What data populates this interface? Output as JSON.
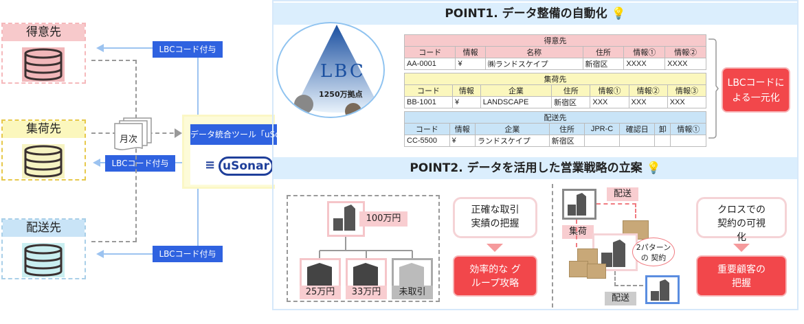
{
  "sources": [
    {
      "label": "得意先",
      "color": "#f7c9cb",
      "border": "#f5b8bb"
    },
    {
      "label": "集荷先",
      "color": "#fbf7bd",
      "border": "#e6c84a"
    },
    {
      "label": "配送先",
      "color": "#c9eef0",
      "border": "#a9cfe8"
    }
  ],
  "lbc_label": "LBCコード付与",
  "monthly_label": "月次",
  "tool": {
    "title": "データ統合ツール「uSonar」",
    "logo": "uSonar"
  },
  "point1": {
    "title": "POINT1. データ整備の自動化",
    "cone": {
      "brand": "LBC",
      "count": "1250万拠点"
    },
    "tables": [
      {
        "title": "得意先",
        "headers": [
          "コード",
          "情報",
          "名称",
          "住所",
          "情報①",
          "情報②"
        ],
        "row": [
          "AA-0001",
          "¥",
          "㈱ランドスケイプ",
          "新宿区",
          "XXXX",
          "XXXX"
        ]
      },
      {
        "title": "集荷先",
        "headers": [
          "コード",
          "情報",
          "企業",
          "住所",
          "情報①",
          "情報②",
          "情報③"
        ],
        "row": [
          "BB-1001",
          "¥",
          "LANDSCAPE",
          "新宿区",
          "XXX",
          "XXX",
          "XXX"
        ]
      },
      {
        "title": "配送先",
        "headers": [
          "コード",
          "情報",
          "企業",
          "住所",
          "JPR-C",
          "確認日",
          "卸",
          "情報①"
        ],
        "row": [
          "CC-5500",
          "¥",
          "ランドスケイプ",
          "新宿区",
          "",
          "",
          "",
          ""
        ]
      }
    ],
    "result": "LBCコードに よる一元化"
  },
  "point2": {
    "title": "POINT2. データを活用した営業戦略の立案",
    "group": {
      "parent": "100万円",
      "children": [
        "25万円",
        "33万円",
        "未取引"
      ]
    },
    "left_text": "正確な取引 実績の把握",
    "left_result": "効率的な グループ攻略",
    "flow": {
      "delivery": "配送",
      "pickup": "集荷",
      "bubble": "2パターンの 契約"
    },
    "right_text": "クロスでの 契約の可視化",
    "right_result": "重要顧客の 把握"
  }
}
